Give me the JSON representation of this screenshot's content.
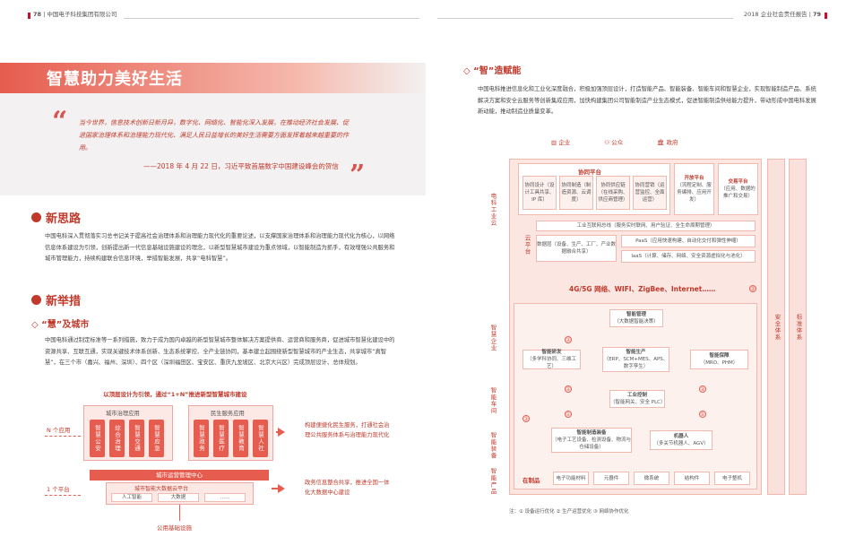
{
  "header": {
    "left_page": "78",
    "left_org": "中国电子科技集团有限公司",
    "right_report": "2018 企业社会责任报告",
    "right_page": "79"
  },
  "left": {
    "banner_title": "智慧助力美好生活",
    "quote": "当今世界，信息技术创新日新月异，数字化、网络化、智能化深入发展，在推动经济社会发展、促进国家治理体系和治理能力现代化、满足人民日益增长的美好生活需要方面发挥着越来越重要的作用。",
    "quote_source": "——2018 年 4 月 22 日，习近平致首届数字中国建设峰会的贺信",
    "section1_title": "新思路",
    "section1_body": "中国电科深入贯彻落实习总书记关于提高社会治理体系和治理能力现代化的重要论述，以支撑国家治理体系和治理能力现代化为核心，以网络信息体系建设为引领，创新提出新一代信息基础设施建设的理念，以新型智慧城市建设为重点领域，以智能制造为抓手，有效增强公共服务和城市管理能力，持续构建联合信息环境，举措智能发展，共享“电科智慧”。",
    "section2_title": "新举措",
    "sub1_title": "“慧”及城市",
    "sub1_body": "中国电科通过制定标准等一系列措施，致力于成为国内卓越的新型智慧城市整体解决方案提供商、运营商和服务商，促进城市智慧化建设中的资源共享、互联互通，实现关键技术体系创新、生态系统掌控、全产业链协同，基本建立起围绕新型智慧城市的产业生态，共享城市“真智慧”，在三个市（嘉兴、福州、深圳）、四个区（深圳福田区、宝安区、重庆九龙坡区、北京大兴区）完成顶层设计、总体规划。",
    "diagram": {
      "top_caption": "以顶层设计为引领，通过“1+N”推进新型智慧城市建设",
      "n_label": "N 个应用",
      "one_label": "1 个平台",
      "group1_title": "城市治理应用",
      "group1_items": [
        "智慧公安",
        "综合治理",
        "智慧交通",
        "智慧应急"
      ],
      "group2_title": "民生服务应用",
      "group2_items": [
        "智慧政务",
        "智慧医疗",
        "智慧教育",
        "智慧人社"
      ],
      "center_title": "城市运营管理中心",
      "platform_title": "城市智能大数据云平台",
      "platform_items": [
        "人工智能",
        "大数据",
        "……"
      ],
      "bottom_label": "公用基础设施",
      "right_text1": "构建便捷化民生服务，打通社会治理公共服务体系与治理能力现代化",
      "right_text2": "政务信息整合共享，推进全国一体化大数据中心建设"
    }
  },
  "right": {
    "title": "“智”造赋能",
    "body": "中国电科推进信息化和工业化深度融合，积极加强顶层设计，打造智能产品、智能装备、智能车间和智慧企业，实现智能制造产品、系统解决方案和安全云服务等创新集成应用，加快构建集团公司智能制造产业生态模式，促进智能制造供给能力提升，带动形成中国电科发展新动能，推动制造业质量变革。",
    "top_icons": [
      "企业",
      "公众",
      "政府"
    ],
    "side_left": [
      "电科工业云",
      "智慧企业",
      "智能车间",
      "智能装备",
      "智能产品"
    ],
    "side_right": [
      "安全体系",
      "标准体系"
    ],
    "cloud_top_title": "协同平台",
    "cloud_items": [
      "协同设计（设计工具共享、IP 库）",
      "协同制造（制造资源、云调度）",
      "协同供应链（在线采购、供应商管理）",
      "协同营销（运营监控、全面运营）"
    ],
    "open_platform": "开放平台",
    "open_items": "（流程定制、服务编排、应用开发）",
    "trade_platform": "交易平台",
    "trade_items": "（应用、数据的推广和交易）",
    "cloud_label": "云平台",
    "iiot_label": "工业互联网总线（服务实时联网、用户验证、全生命周期管理）",
    "data_layer": "数据层（设备、生产、工厂、产业数据融合共享）",
    "paas": "PaaS（应用快速构建、自动化交付和弹性伸缩）",
    "iaas": "IaaS（计算、储存、网络、安全资源虚拟化与池化）",
    "network": "4G/5G 网络、WIFI、ZigBee、Internet……",
    "smart_mgmt": "智能管理",
    "smart_mgmt_sub": "（大数据智能决策）",
    "smart_rd": "智能研发",
    "smart_rd_sub": "（多学科协同、三维工艺）",
    "smart_prod": "智能生产",
    "smart_prod_sub": "（ERP、SCM+MES、APS、数字孪生）",
    "smart_service": "智能保障",
    "smart_service_sub": "（MRO、PHM）",
    "ind_ctrl": "工业控制",
    "ind_ctrl_sub": "（智能网关、安全 PLC）",
    "equip": "智能制造装备",
    "equip_sub": "（电子工艺设备、检测设备、物流与仓储设备）",
    "robot": "机器人",
    "robot_sub": "（多关节机器人、AGV）",
    "products_label": "在制品",
    "products": [
      "电子功能材料",
      "元器件",
      "微系统",
      "结构件",
      "电子整机"
    ],
    "circle_labels": [
      "①",
      "②",
      "③"
    ],
    "note": "注：① 设备运行优化   ② 生产运营优化   ③ 网络协作优化"
  }
}
